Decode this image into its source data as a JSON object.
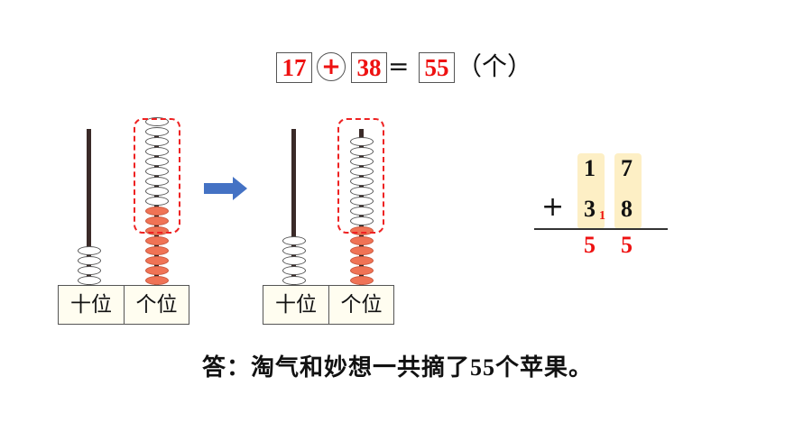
{
  "equation": {
    "addend1": "17",
    "operator": "+",
    "addend2": "38",
    "equals": "=",
    "result": "55",
    "unit": "（个）"
  },
  "abacus_before": {
    "tens_beads": 4,
    "ones_white_beads": 9,
    "ones_orange_beads": 8,
    "labels": [
      "十位",
      "个位"
    ]
  },
  "abacus_after": {
    "tens_beads": 5,
    "ones_white_beads": 9,
    "ones_orange_beads": 6,
    "labels": [
      "十位",
      "个位"
    ]
  },
  "colors": {
    "red": "#ee1111",
    "bead_orange": "#f07355",
    "arrow_blue": "#4472c4",
    "highlight": "#fdefc5"
  },
  "vertical_addition": {
    "operator": "+",
    "row1": [
      "1",
      "7"
    ],
    "row2": [
      "3",
      "8"
    ],
    "carry": "1",
    "result": [
      "5",
      "5"
    ]
  },
  "answer": {
    "prefix": "答：淘气和妙想一共摘了",
    "number": "55",
    "suffix": "个苹果。"
  }
}
